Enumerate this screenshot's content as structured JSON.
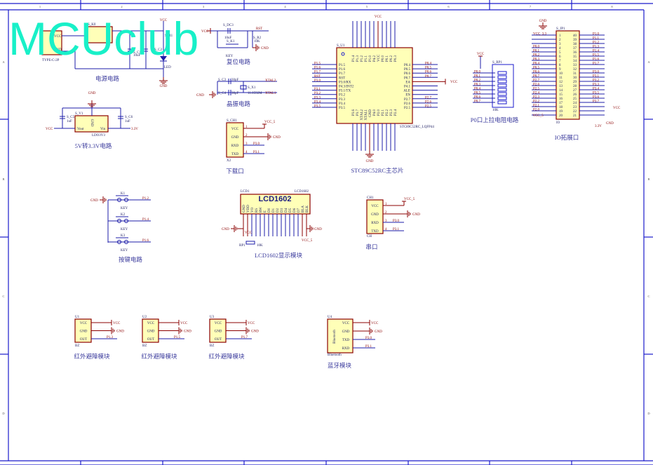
{
  "frame": {
    "columns": [
      "1",
      "2",
      "3",
      "4",
      "5",
      "6",
      "7",
      "8"
    ],
    "rows": [
      "A",
      "B",
      "C",
      "D"
    ]
  },
  "watermark": "MCUclub",
  "power": {
    "title": "电源电路",
    "connector": "TYPE-C-2P",
    "connector_pins": [
      "VCC",
      "GND"
    ],
    "switch": "S_K0",
    "c1": "S_C1",
    "c1_value": "10uF",
    "c2": "S_C2",
    "r1": "S_R1",
    "r1_value": "1K",
    "led": "LED",
    "vcc": "VCC",
    "gnd": "GND"
  },
  "ldo": {
    "title": "5V转3.3V电路",
    "ref": "S_V1",
    "part": "LDO3V3",
    "pins": [
      "Vout",
      "GND",
      "Vin"
    ],
    "c5": "S_C5",
    "c6": "S_C6",
    "cap_value": "1uF",
    "gnd": "GND",
    "vcc": "VCC",
    "out": "3.3V"
  },
  "reset": {
    "title": "复位电路",
    "cap": "S_DC3",
    "cap_value": "10uF",
    "key": "S_K1",
    "key_label": "KEY",
    "res": "S_R2",
    "res_value": "10K",
    "vcc": "VCC",
    "rst": "RST",
    "gnd": "GND"
  },
  "crystal": {
    "title": "晶振电路",
    "c3": "S_C3",
    "c4": "S_C4",
    "cap_value": "30pF",
    "xtal": "S_X1",
    "xtal_value": "11.0592M",
    "xtal2": "XTAL2",
    "xtal1": "XTAL1",
    "gnd": "GND"
  },
  "download": {
    "title": "下载口",
    "ref": "S_CH1",
    "part": "X2",
    "pins": [
      "VCC",
      "GND",
      "RXD",
      "TXD"
    ],
    "nets": [
      "VCC_5",
      "GND",
      "P3.0",
      "P3.1"
    ]
  },
  "mcu": {
    "title": "STC89C52RC主芯片",
    "ref": "S_U1",
    "part": "STC89C52RC_LQFP44",
    "vcc": "VCC",
    "gnd": "GND",
    "left_pins": [
      "P1.5",
      "P1.6",
      "P1.7",
      "RST",
      "P3.0/RX",
      "P4.3/INT2",
      "P3.1/TX",
      "P3.2",
      "P3.3",
      "P3.4",
      "P3.5"
    ],
    "left_nets": [
      "P1.5",
      "P1.6",
      "P1.7",
      "RST",
      "P3.0",
      "",
      "P3.1",
      "P3.2",
      "P3.3",
      "P3.4",
      "P3.5"
    ],
    "right_pins": [
      "P0.4",
      "P0.5",
      "P0.6",
      "P0.7",
      "EA",
      "P4.1",
      "ALE",
      "EN",
      "P2.7",
      "P2.6",
      "P2.5"
    ],
    "right_nets": [
      "P0.4",
      "P0.5",
      "P0.6",
      "P0.7",
      "VCC",
      "",
      "",
      "",
      "P2.7",
      "P2.6",
      "P2.5"
    ],
    "top_pins": [
      "P1.4",
      "P1.3",
      "P1.2",
      "P1.1",
      "P1.0",
      "P4.2",
      "VCC",
      "P0.0",
      "P0.1",
      "P0.2",
      "P0.3"
    ],
    "bottom_pins": [
      "P3.6",
      "P3.7",
      "XTAL2",
      "XTAL1",
      "GND",
      "P4.0",
      "P2.0",
      "P2.1",
      "P2.2",
      "P2.3",
      "P2.4"
    ]
  },
  "pullup": {
    "title": "P0口上拉电阻电路",
    "ref": "S_RP1",
    "value": "10K",
    "vcc": "VCC",
    "nets": [
      "P0.0",
      "P0.1",
      "P0.2",
      "P0.3",
      "P0.4",
      "P0.5",
      "P0.6",
      "P0.7"
    ]
  },
  "io": {
    "title": "IO拓展口",
    "ref": "S_JP1",
    "part": "IO",
    "gnd": "GND",
    "vcc": "VCC",
    "v33": "3.3V",
    "vcc33": "VCC_3.3",
    "vcc5": "VCC_5",
    "left_nums": [
      "1",
      "2",
      "3",
      "4",
      "5",
      "6",
      "7",
      "8",
      "9",
      "10",
      "11",
      "12",
      "13",
      "14",
      "15",
      "16",
      "17",
      "18",
      "19",
      "20"
    ],
    "left_nets": [
      "VCC_3.3",
      "",
      "",
      "P0.0",
      "P0.1",
      "P0.2",
      "P0.3",
      "P0.4",
      "P0.5",
      "P0.6",
      "P0.7",
      "P2.7",
      "P2.6",
      "P2.5",
      "P2.4",
      "P2.3",
      "P2.2",
      "P2.1",
      "P2.0",
      ""
    ],
    "right_nums": [
      "40",
      "39",
      "38",
      "37",
      "36",
      "35",
      "34",
      "33",
      "32",
      "31",
      "30",
      "29",
      "28",
      "27",
      "26",
      "25",
      "24",
      "23",
      "22",
      "21"
    ],
    "right_nets": [
      "P1.0",
      "P1.1",
      "P1.2",
      "P1.3",
      "P1.4",
      "P1.5",
      "P1.6",
      "P1.7",
      "",
      "P3.0",
      "P3.1",
      "P3.2",
      "P3.3",
      "P3.4",
      "P3.5",
      "P3.6",
      "P3.7",
      "",
      "",
      ""
    ]
  },
  "keys": {
    "title": "按键电路",
    "gnd": "GND",
    "items": [
      {
        "ref": "K1",
        "label": "KEY",
        "net": "P1.2"
      },
      {
        "ref": "K2",
        "label": "KEY",
        "net": "P1.4"
      },
      {
        "ref": "K3",
        "label": "KEY",
        "net": "P1.6"
      }
    ]
  },
  "lcd": {
    "title": "LCD1602显示模块",
    "ref": "LCD1",
    "part": "LCD1602",
    "big_label": "LCD1602",
    "pins": [
      "GND",
      "VDD",
      "VO",
      "RS",
      "RW",
      "E",
      "D0",
      "D1",
      "D2",
      "D3",
      "D4",
      "D5",
      "D6",
      "D7",
      "BLA",
      "BLK"
    ],
    "pot": "RP1",
    "pot_value": "10K",
    "gnd": "GND",
    "vcc": "VCC",
    "vcc5": "VCC_5"
  },
  "serial": {
    "title": "串口",
    "ref": "CH1",
    "part": "CH",
    "pins": [
      "VCC",
      "GND",
      "RXD",
      "TXD"
    ],
    "nets": [
      "VCC_5",
      "GND",
      "P3.0",
      "P3.1"
    ]
  },
  "ir": [
    {
      "title": "红外避障模块",
      "ref": "U1",
      "part": "BZ",
      "pins": [
        "VCC",
        "GND",
        "OUT"
      ],
      "nets": [
        "VCC",
        "GND",
        "P1.3"
      ]
    },
    {
      "title": "红外避障模块",
      "ref": "U2",
      "part": "BZ",
      "pins": [
        "VCC",
        "GND",
        "OUT"
      ],
      "nets": [
        "VCC",
        "GND",
        "P1.5"
      ]
    },
    {
      "title": "红外避障模块",
      "ref": "U3",
      "part": "BZ",
      "pins": [
        "VCC",
        "GND",
        "OUT"
      ],
      "nets": [
        "VCC",
        "GND",
        "P1.7"
      ]
    }
  ],
  "bt": {
    "title": "蓝牙模块",
    "ref": "U4",
    "part": "Bluetooth",
    "inner": "Bluetooth",
    "pins": [
      "VCC",
      "GND",
      "TXD",
      "RXD"
    ],
    "nets": [
      "VCC",
      "GND",
      "P3.0",
      "P3.1"
    ]
  }
}
